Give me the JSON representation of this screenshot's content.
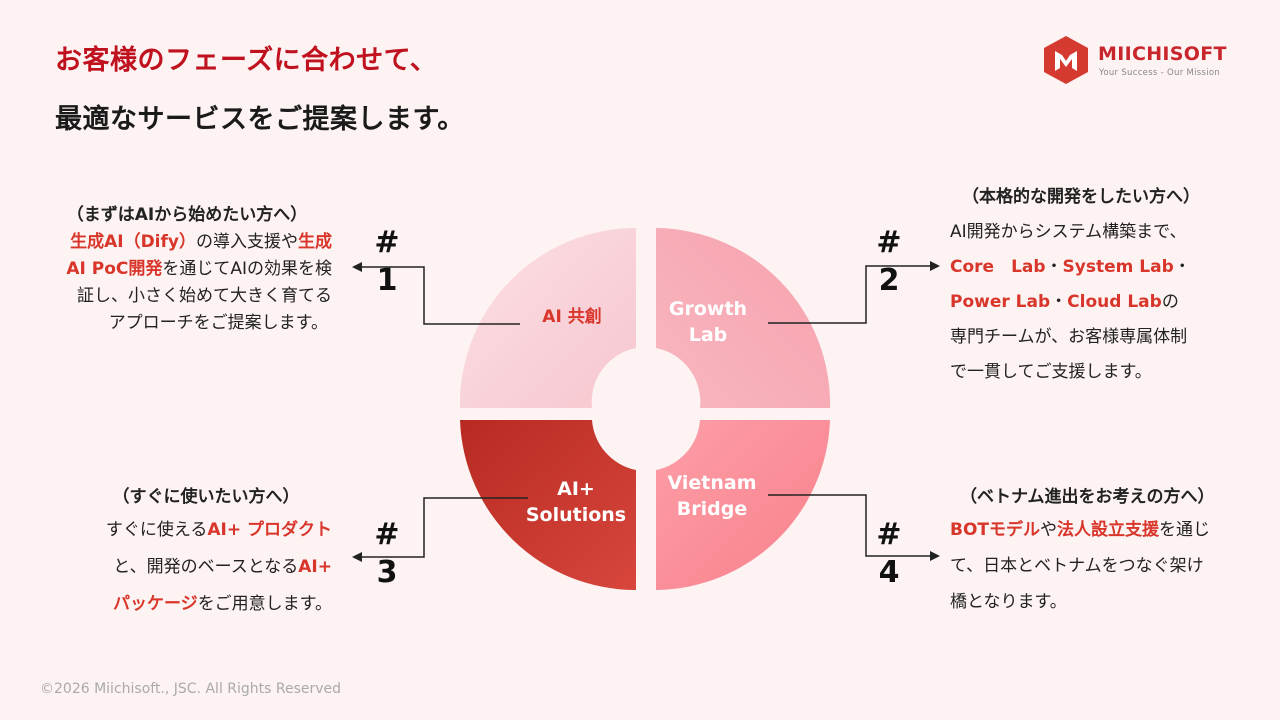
{
  "title": {
    "line1": "お客様のフェーズに合わせて、",
    "line2": "最適なサービスをご提案します。"
  },
  "logo": {
    "name": "MIICHISOFT",
    "tagline": "Your Success - Our Mission",
    "brand_color": "#c9252c"
  },
  "quadrants": [
    {
      "id": 1,
      "label": "AI 共創",
      "color": "#f9d3da",
      "label_color": "#d9362b"
    },
    {
      "id": 2,
      "label_lines": [
        "Growth",
        "Lab"
      ],
      "color": "#f7aab4",
      "label_color": "#ffffff"
    },
    {
      "id": 3,
      "label_lines": [
        "AI+",
        "Solutions"
      ],
      "color": "#c9352c",
      "label_color": "#ffffff"
    },
    {
      "id": 4,
      "label_lines": [
        "Vietnam",
        "Bridge"
      ],
      "color": "#fb8f99",
      "label_color": "#ffffff"
    }
  ],
  "markers": [
    {
      "hash": "#",
      "num": "1"
    },
    {
      "hash": "#",
      "num": "2"
    },
    {
      "hash": "#",
      "num": "3"
    },
    {
      "hash": "#",
      "num": "4"
    }
  ],
  "blocks": {
    "b1": {
      "heading": "（まずはAIから始めたい方へ）",
      "hl1": "生成AI（Dify）",
      "t1": "の導入支援や",
      "hl2": "生成",
      "hl3": "AI PoC開発",
      "t2": "を通じてAIの効果を検",
      "t3": "証し、小さく始めて大きく育てる",
      "t4": "アプローチをご提案します。"
    },
    "b2": {
      "heading": "（本格的な開発をしたい方へ）",
      "t1": "AI開発からシステム構築まで、",
      "hl1": "Core　Lab",
      "sep1": "・",
      "hl2": "System Lab",
      "sep2": "・",
      "hl3": "Power Lab",
      "sep3": "・",
      "hl4": "Cloud Lab",
      "t2": "の",
      "t3": "専門チームが、お客様専属体制",
      "t4": "で一貫してご支援します。"
    },
    "b3": {
      "heading": "（すぐに使いたい方へ）",
      "t1": "すぐに使える",
      "hl1": "AI+ プロダクト",
      "t2": "と、開発のベースとなる",
      "hl2": "AI+",
      "hl3": "パッケージ",
      "t3": "をご用意します。"
    },
    "b4": {
      "heading": "（ベトナム進出をお考えの方へ）",
      "hl1": "BOTモデル",
      "t1": "や",
      "hl2": "法人設立支援",
      "t2": "を通じ",
      "t3": "て、日本とベトナムをつなぐ架け",
      "t4": "橋となります。"
    }
  },
  "footer": "©2026 Miichisoft., JSC. All Rights Reserved"
}
